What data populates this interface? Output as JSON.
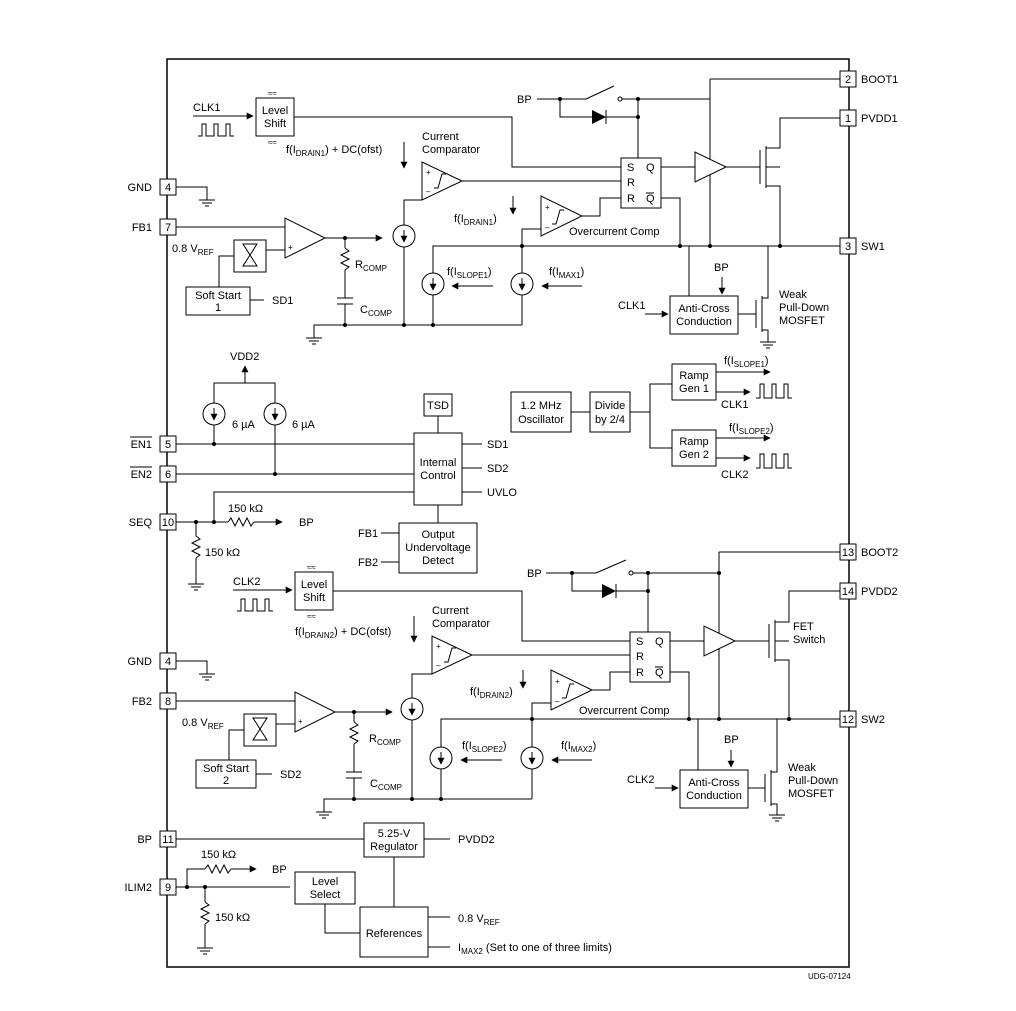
{
  "diagram_id": "UDG-07124",
  "pins": {
    "boot1": {
      "num": "2",
      "name": "BOOT1"
    },
    "pvdd1": {
      "num": "1",
      "name": "PVDD1"
    },
    "gnd_a": {
      "num": "4",
      "name": "GND"
    },
    "fb1": {
      "num": "7",
      "name": "FB1"
    },
    "sw1": {
      "num": "3",
      "name": "SW1"
    },
    "en1": {
      "num": "5",
      "name": "EN1"
    },
    "en2": {
      "num": "6",
      "name": "EN2"
    },
    "seq": {
      "num": "10",
      "name": "SEQ"
    },
    "boot2": {
      "num": "13",
      "name": "BOOT2"
    },
    "pvdd2": {
      "num": "14",
      "name": "PVDD2"
    },
    "gnd_b": {
      "num": "4",
      "name": "GND"
    },
    "fb2": {
      "num": "8",
      "name": "FB2"
    },
    "sw2": {
      "num": "12",
      "name": "SW2"
    },
    "bp": {
      "num": "11",
      "name": "BP"
    },
    "ilim2": {
      "num": "9",
      "name": "ILIM2"
    }
  },
  "ch1": {
    "clk": "CLK1",
    "level_shift": [
      "Level",
      "Shift"
    ],
    "drain_formula": {
      "pre": "f(I",
      "sub": "DRAIN1",
      "post": ") + DC(ofst)"
    },
    "comparator": [
      "Current",
      "Comparator"
    ],
    "bp": "BP",
    "sr": {
      "s": "S",
      "r1": "R",
      "r2": "R",
      "q": "Q",
      "qbar": "Q"
    },
    "drain_small": {
      "pre": "f(I",
      "sub": "DRAIN1",
      "post": ")"
    },
    "overcurrent": "Overcurrent Comp",
    "vref": {
      "pre": "0.8 V",
      "sub": "REF"
    },
    "rcomp": {
      "pre": "R",
      "sub": "COMP"
    },
    "ccomp": {
      "pre": "C",
      "sub": "COMP"
    },
    "slope": {
      "pre": "f(I",
      "sub": "SLOPE1",
      "post": ")"
    },
    "imax": {
      "pre": "f(I",
      "sub": "MAX1",
      "post": ")"
    },
    "soft_start": [
      "Soft Start",
      "1"
    ],
    "sd": "SD1",
    "bp2": "BP",
    "anticross_clk": "CLK1",
    "anticross": [
      "Anti-Cross",
      "Conduction"
    ],
    "pulldown": [
      "Weak",
      "Pull-Down",
      "MOSFET"
    ]
  },
  "ch2": {
    "clk": "CLK2",
    "level_shift": [
      "Level",
      "Shift"
    ],
    "drain_formula": {
      "pre": "f(I",
      "sub": "DRAIN2",
      "post": ") + DC(ofst)"
    },
    "comparator": [
      "Current",
      "Comparator"
    ],
    "bp": "BP",
    "sr": {
      "s": "S",
      "r1": "R",
      "r2": "R",
      "q": "Q",
      "qbar": "Q"
    },
    "drain_small": {
      "pre": "f(I",
      "sub": "DRAIN2",
      "post": ")"
    },
    "overcurrent": "Overcurrent Comp",
    "vref": {
      "pre": "0.8 V",
      "sub": "REF"
    },
    "rcomp": {
      "pre": "R",
      "sub": "COMP"
    },
    "ccomp": {
      "pre": "C",
      "sub": "COMP"
    },
    "slope": {
      "pre": "f(I",
      "sub": "SLOPE2",
      "post": ")"
    },
    "imax": {
      "pre": "f(I",
      "sub": "MAX2",
      "post": ")"
    },
    "soft_start": [
      "Soft Start",
      "2"
    ],
    "sd": "SD2",
    "bp2": "BP",
    "anticross_clk": "CLK2",
    "anticross": [
      "Anti-Cross",
      "Conduction"
    ],
    "pulldown": [
      "Weak",
      "Pull-Down",
      "MOSFET"
    ],
    "fet_switch": [
      "FET",
      "Switch"
    ]
  },
  "control": {
    "vdd2": "VDD2",
    "isrc1": "6 µA",
    "isrc2": "6 µA",
    "tsd": "TSD",
    "internal": [
      "Internal",
      "Control"
    ],
    "sd1": "SD1",
    "sd2": "SD2",
    "uvlo": "UVLO",
    "r_seq_series": "150 kΩ",
    "r_seq_shunt": "150 kΩ",
    "seq_bp": "BP",
    "output_uv": [
      "Output",
      "Undervoltage",
      "Detect"
    ],
    "fb1": "FB1",
    "fb2": "FB2",
    "oscillator": [
      "1.2 MHz",
      "Oscillator"
    ],
    "divide": [
      "Divide",
      "by 2/4"
    ],
    "ramp1": [
      "Ramp",
      "Gen 1"
    ],
    "ramp2": [
      "Ramp",
      "Gen 2"
    ],
    "ramp1_out": {
      "pre": "f(I",
      "sub": "SLOPE1",
      "post": ")"
    },
    "ramp2_out": {
      "pre": "f(I",
      "sub": "SLOPE2",
      "post": ")"
    },
    "clk1": "CLK1",
    "clk2": "CLK2"
  },
  "bottom": {
    "regulator": [
      "5.25-V",
      "Regulator"
    ],
    "pvdd2": "PVDD2",
    "r1": "150 kΩ",
    "r2": "150 kΩ",
    "bp": "BP",
    "level_select": [
      "Level",
      "Select"
    ],
    "references": "References",
    "vref": {
      "pre": "0.8 V",
      "sub": "REF"
    },
    "imax2": {
      "pre": "I",
      "sub": "MAX2",
      "post": " (Set to one of three limits)"
    }
  }
}
